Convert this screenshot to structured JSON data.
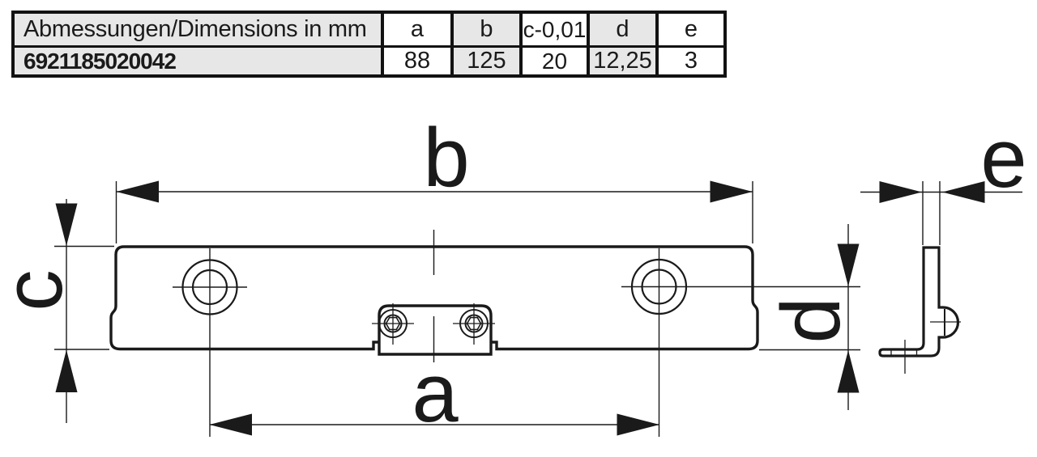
{
  "table": {
    "dimension_header": "Abmessungen/Dimensions in mm",
    "columns": [
      "a",
      "b",
      "c-0,01",
      "d",
      "e"
    ],
    "article_number": "6921185020042",
    "values": [
      "88",
      "125",
      "20",
      "12,25",
      "3"
    ]
  },
  "drawing": {
    "labels": {
      "a": "a",
      "b": "b",
      "c": "c",
      "d": "d",
      "e": "e"
    }
  },
  "colors": {
    "line": "#1a1a1a",
    "table_border": "#121212",
    "table_shaded_cell": "#e7e7e7",
    "background": "#ffffff"
  }
}
